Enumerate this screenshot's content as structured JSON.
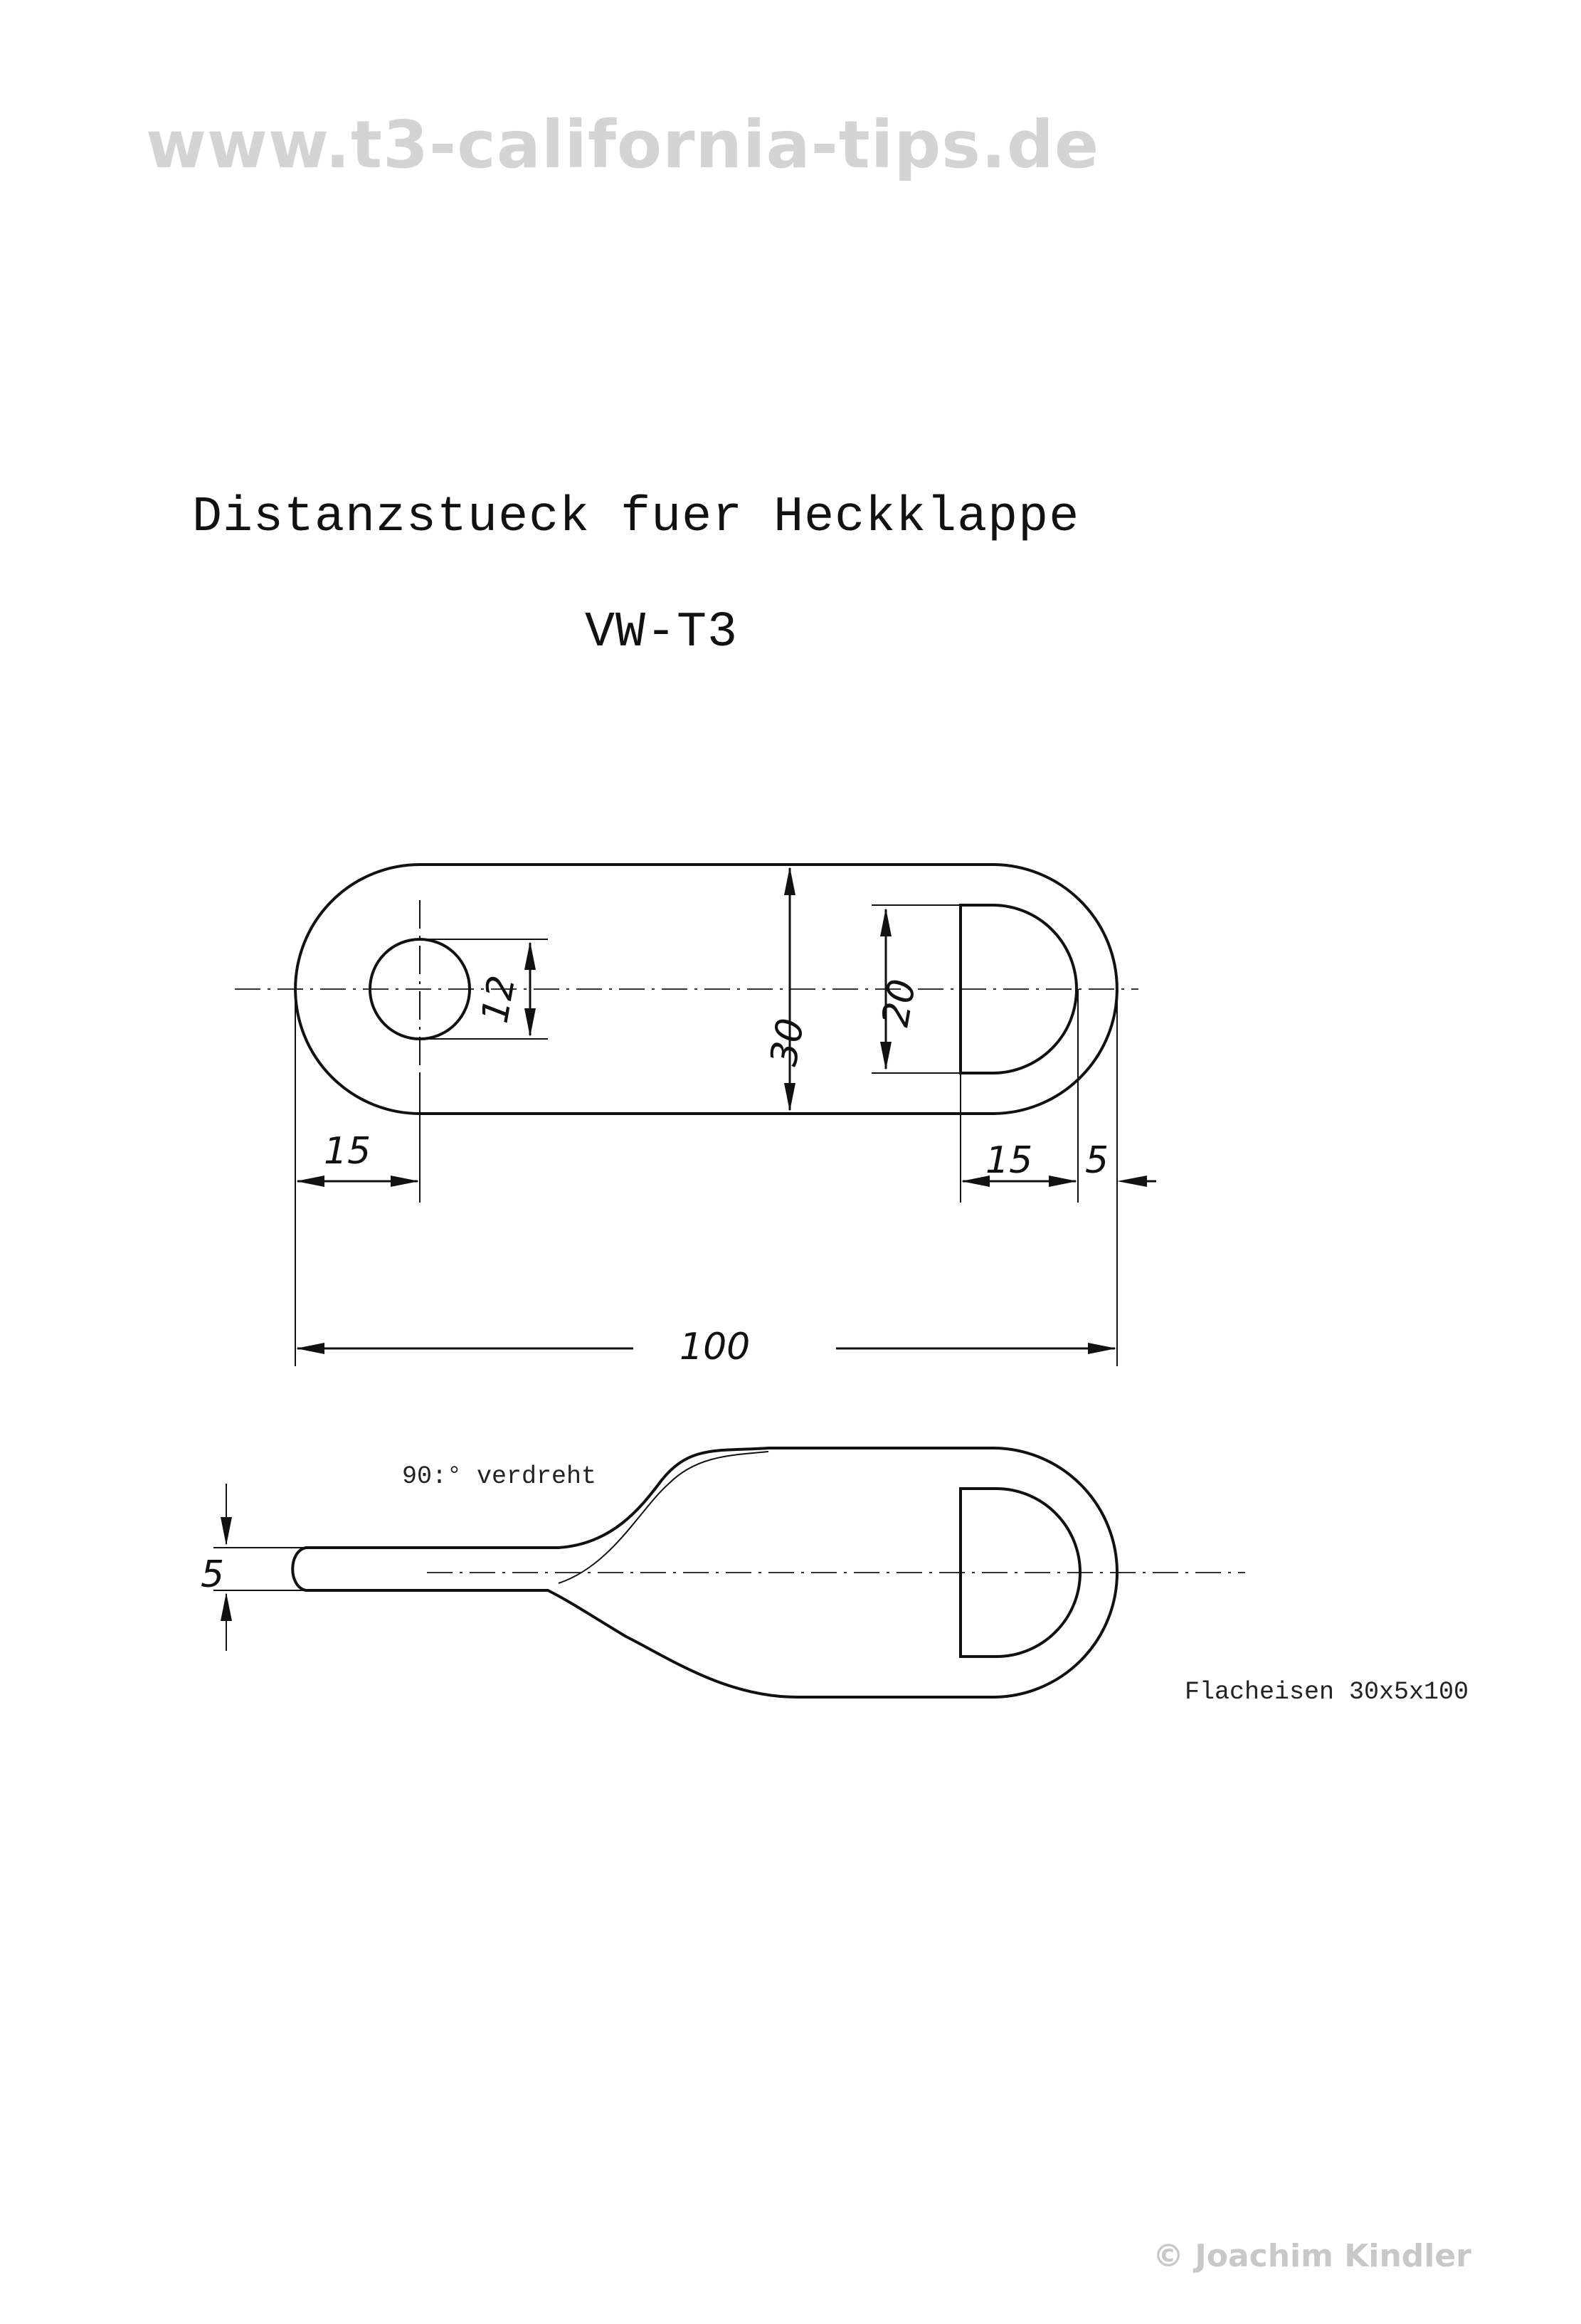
{
  "watermark": "www.t3-california-tips.de",
  "title": "Distanzstueck fuer Heckklappe",
  "subtitle": "VW-T3",
  "dimensions": {
    "hole_diameter": "12",
    "width": "30",
    "slot_width": "20",
    "left_offset": "15",
    "right_offset": "15",
    "edge_offset": "5",
    "total_length": "100",
    "thickness": "5"
  },
  "notes": {
    "twist": "90:° verdreht",
    "material": "Flacheisen 30x5x100"
  },
  "copyright": "© Joachim Kindler"
}
